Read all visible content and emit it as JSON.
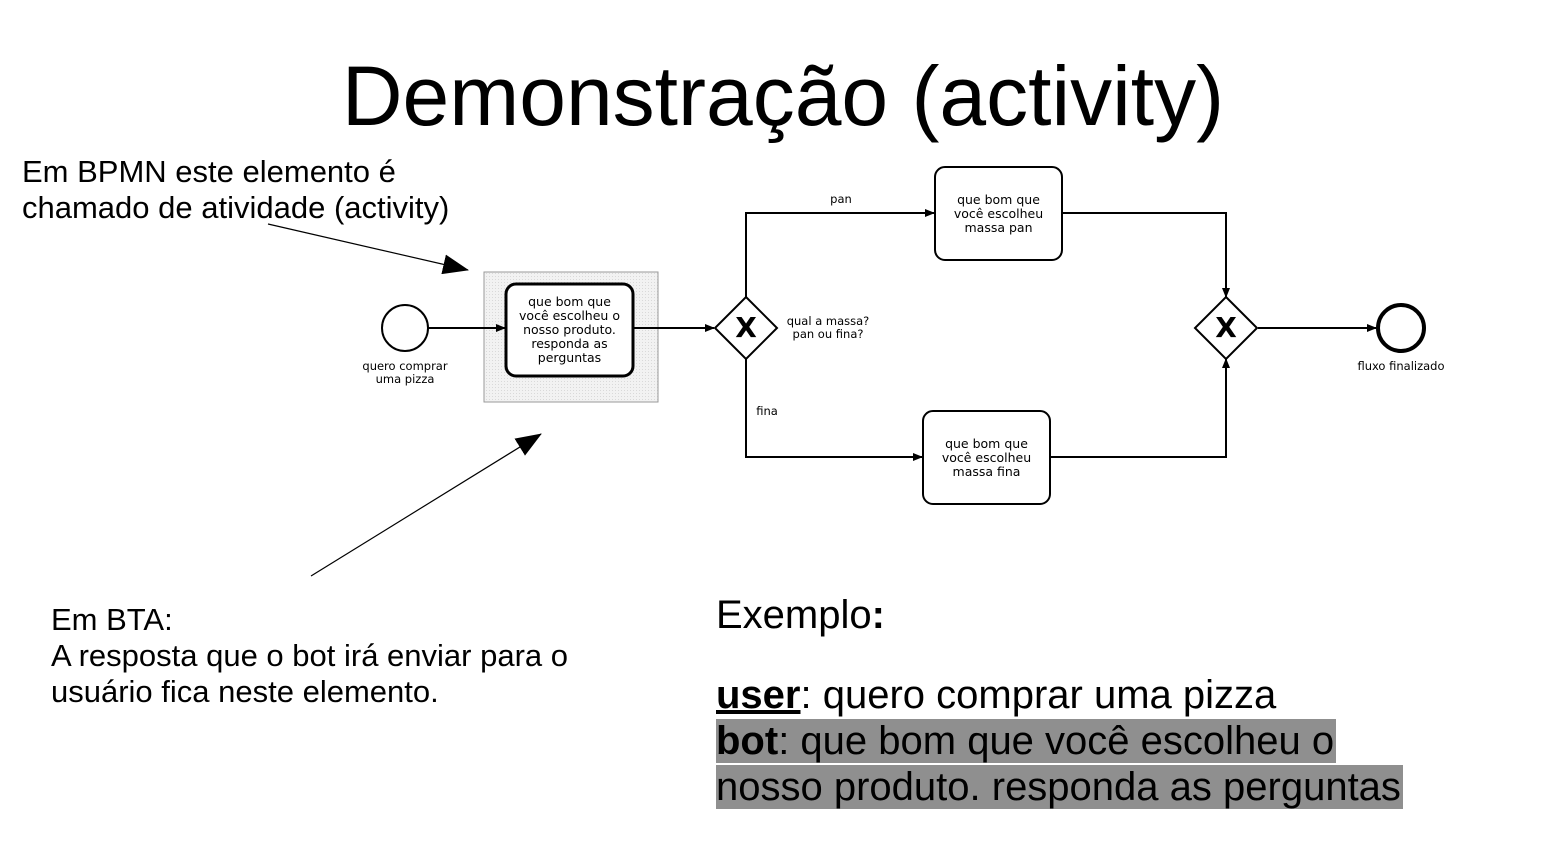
{
  "title": "Demonstração (activity)",
  "notes": {
    "bpmn_line1": "Em BPMN este elemento é",
    "bpmn_line2": "chamado de atividade (activity)",
    "bta_line1": "Em BTA:",
    "bta_line2": "A resposta que o bot irá enviar para o",
    "bta_line3": "usuário fica neste elemento."
  },
  "example": {
    "heading": "Exemplo",
    "colon": ":",
    "user_label": "user",
    "user_text": ": quero comprar uma pizza",
    "bot_label": "bot",
    "bot_text_line1": ": que bom que você escolheu o",
    "bot_text_line2": "nosso produto. responda as perguntas"
  },
  "diagram": {
    "start_event_label_line1": "quero comprar",
    "start_event_label_line2": "uma pizza",
    "activity_main": [
      "que bom que",
      "você escolheu o",
      "nosso produto.",
      "responda as",
      "perguntas"
    ],
    "activity_pan": [
      "que bom que",
      "você escolheu",
      "massa pan"
    ],
    "activity_fina": [
      "que bom que",
      "você escolheu",
      "massa fina"
    ],
    "gateway_symbol": "X",
    "gateway_label_line1": "qual a massa?",
    "gateway_label_line2": "pan ou fina?",
    "flow_pan": "pan",
    "flow_fina": "fina",
    "end_event_label": "fluxo finalizado"
  }
}
